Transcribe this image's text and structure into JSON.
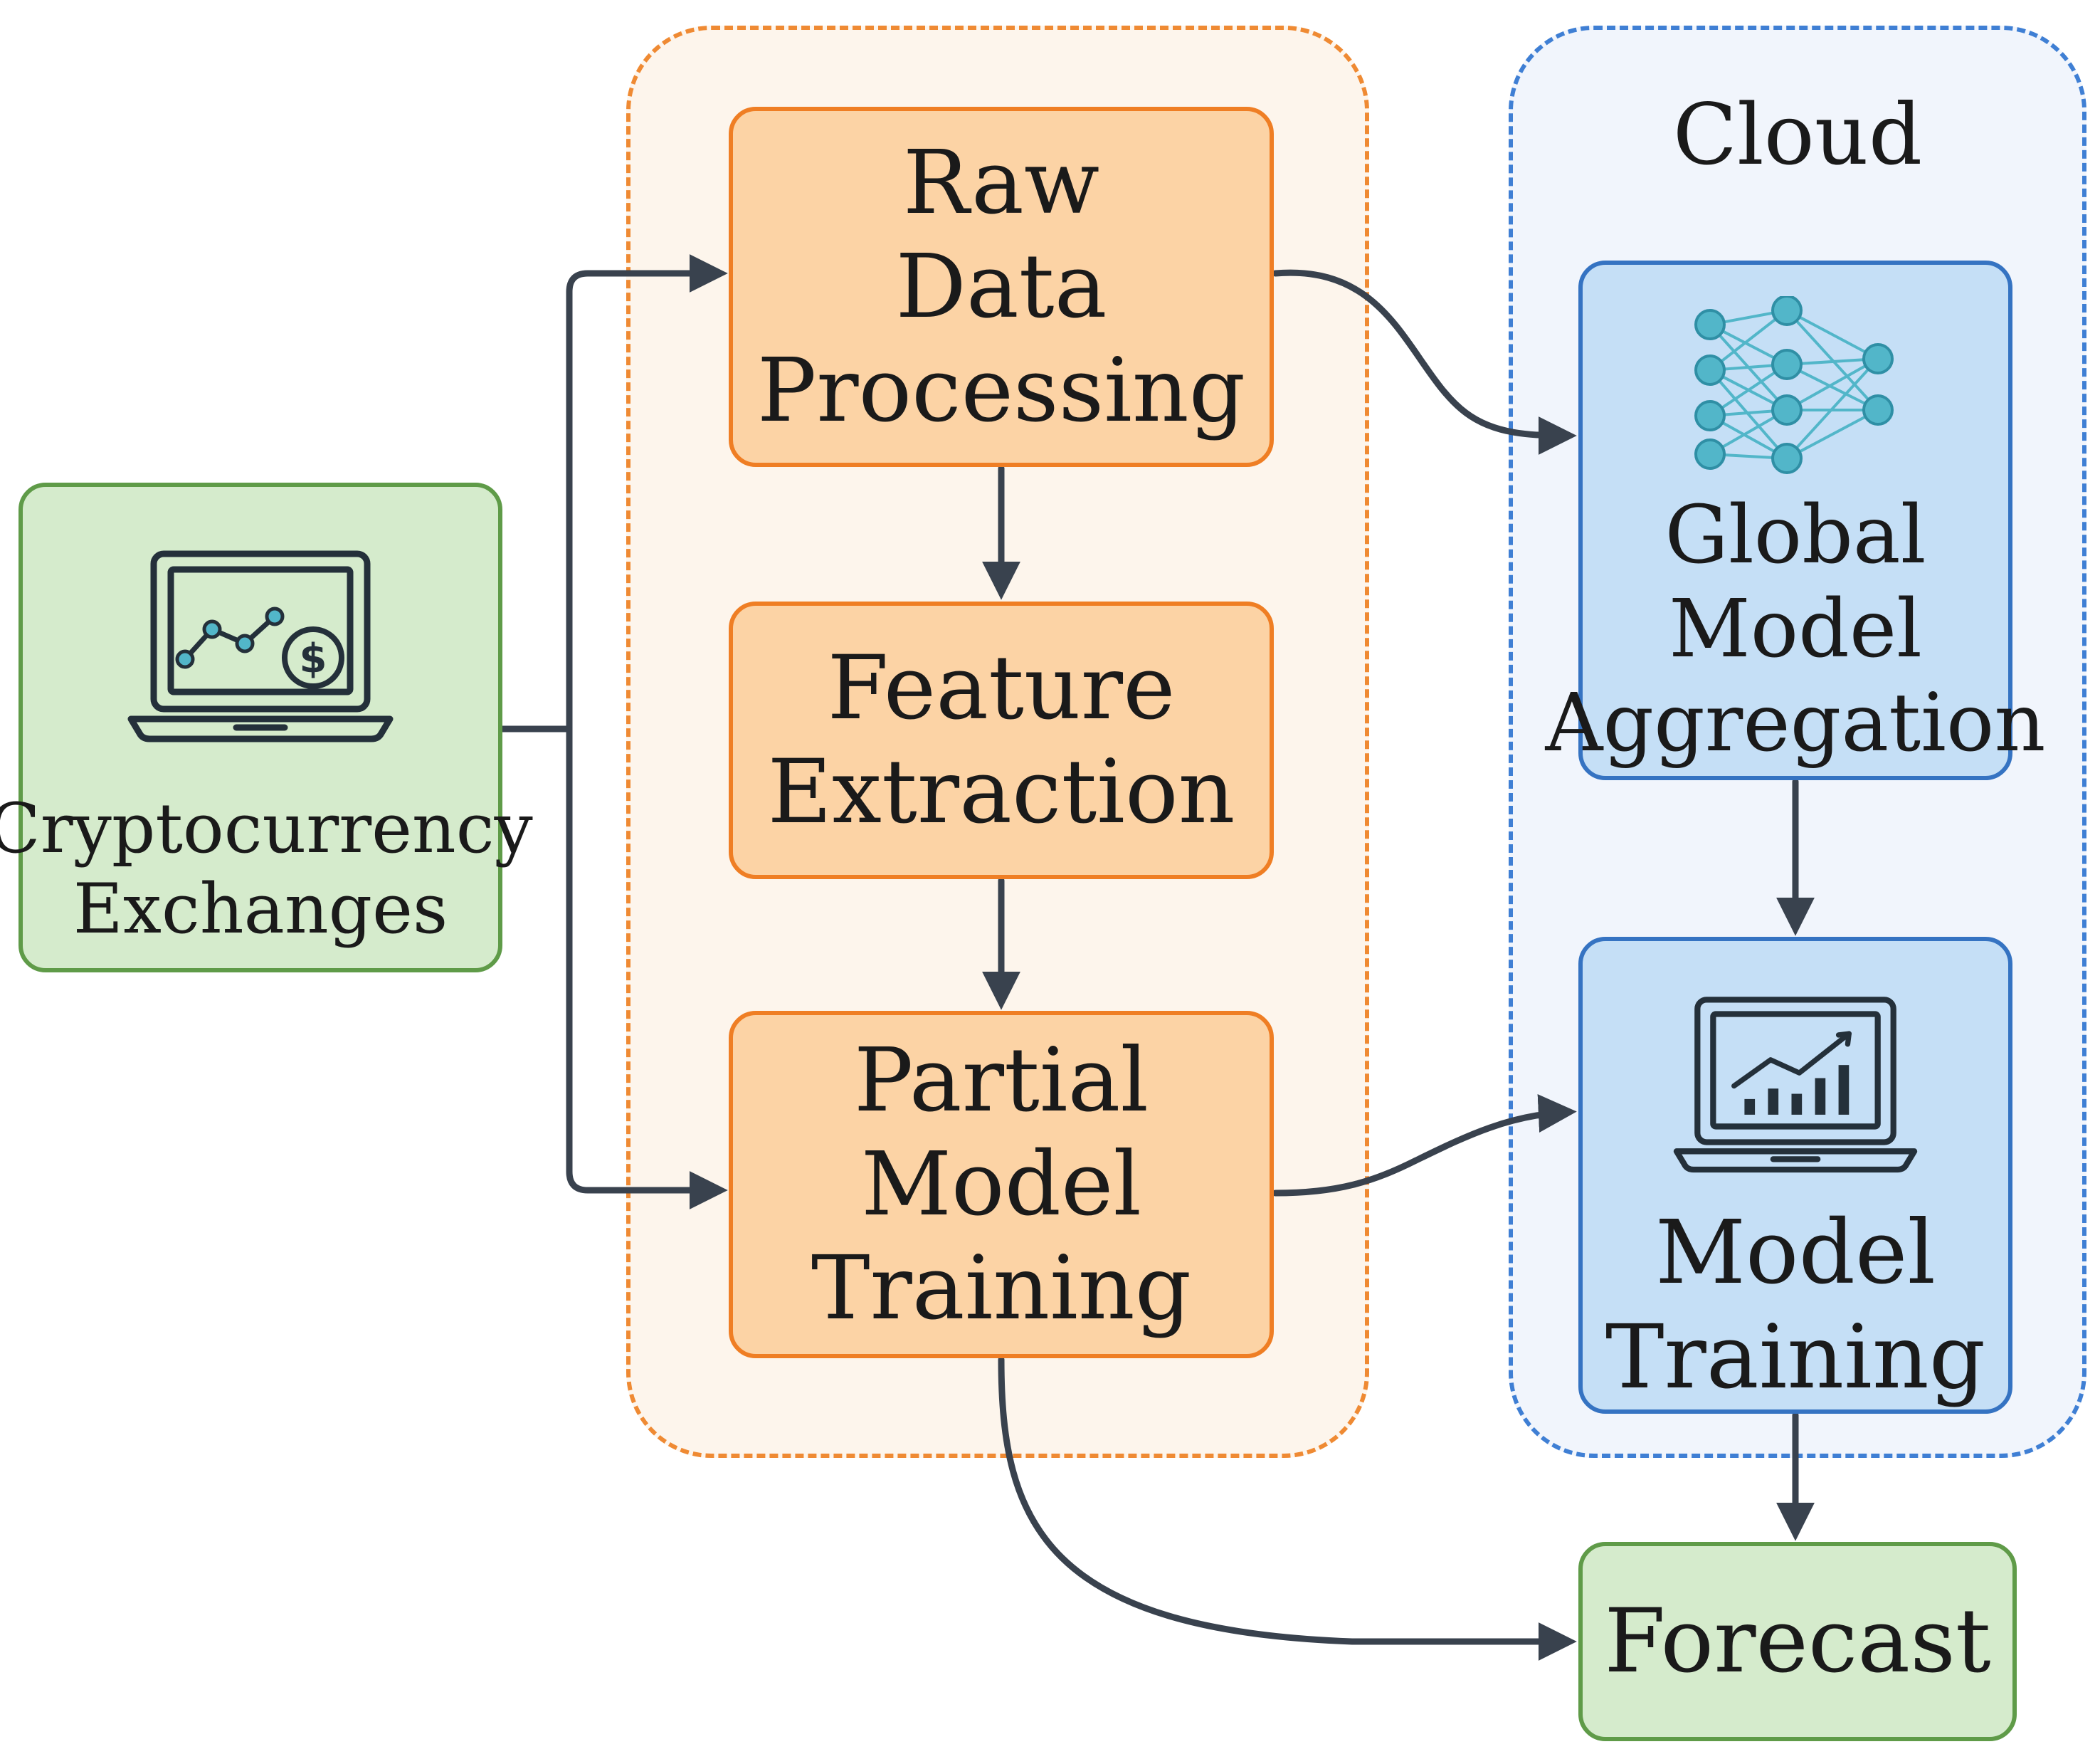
{
  "regions": {
    "cloud_title": "Cloud"
  },
  "nodes": {
    "exchanges": {
      "label": "Cryptocurrency\nExchanges",
      "icon": "laptop-chart-dollar-icon"
    },
    "raw": {
      "label": "Raw\nData\nProcessing"
    },
    "feature": {
      "label": "Feature\nExtraction"
    },
    "partial": {
      "label": "Partial\nModel\nTraining"
    },
    "global": {
      "label": "Global\nModel\nAggregation",
      "icon": "neural-network-icon"
    },
    "model_training": {
      "label": "Model\nTraining",
      "icon": "laptop-bar-chart-icon"
    },
    "forecast": {
      "label": "Forecast"
    }
  },
  "edges": [
    {
      "from": "exchanges",
      "to": "raw"
    },
    {
      "from": "exchanges",
      "to": "partial"
    },
    {
      "from": "raw",
      "to": "feature"
    },
    {
      "from": "feature",
      "to": "partial"
    },
    {
      "from": "raw",
      "to": "global"
    },
    {
      "from": "partial",
      "to": "model_training"
    },
    {
      "from": "global",
      "to": "model_training"
    },
    {
      "from": "model_training",
      "to": "forecast"
    },
    {
      "from": "partial",
      "to": "forecast"
    }
  ],
  "colors": {
    "local_fill": "#fdf5ec",
    "local_border": "#ef8a33",
    "cloud_fill": "#f1f5fc",
    "cloud_border": "#3f7fd4",
    "orange_box": "#fcd3a5",
    "blue_box": "#c5dff6",
    "green_box": "#d5ebcc",
    "arrow": "#39424e",
    "icon_teal": "#52b6c9"
  }
}
